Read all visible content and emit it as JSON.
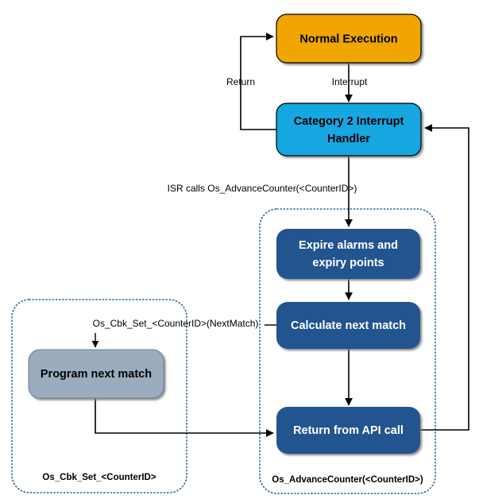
{
  "diagram": {
    "title": "Os_AdvanceCounter interrupt handling flow",
    "colors": {
      "orange": "#F0A500",
      "light_blue": "#16A6E0",
      "dark_blue": "#22548F",
      "gray_blue": "#9BACBF",
      "group_border": "#4472a8",
      "line": "#000000",
      "text_light": "#ffffff",
      "text_dark": "#000000"
    },
    "nodes": [
      {
        "id": "normal-execution",
        "label": "Normal Execution",
        "style": "orange"
      },
      {
        "id": "category-2-interrupt-handler",
        "label_line1": "Category 2 Interrupt",
        "label_line2": "Handler",
        "style": "light-blue"
      },
      {
        "id": "expire-alarms",
        "label_line1": "Expire alarms and",
        "label_line2": "expiry points",
        "style": "dark-blue"
      },
      {
        "id": "calculate-next-match",
        "label": "Calculate next match",
        "style": "dark-blue"
      },
      {
        "id": "return-from-api-call",
        "label": "Return from API call",
        "style": "dark-blue"
      },
      {
        "id": "program-next-match",
        "label": "Program next match",
        "style": "gray-blue"
      }
    ],
    "edge_labels": {
      "interrupt": "Interrupt",
      "return": "Return",
      "isr_calls": "ISR calls Os_AdvanceCounter(<CounterID>)",
      "cbk_set": "Os_Cbk_Set_<CounterID>(NextMatch)"
    },
    "groups": [
      {
        "id": "os-cbk-set-group",
        "label": "Os_Cbk_Set_<CounterID>"
      },
      {
        "id": "os-advance-counter-group",
        "label": "Os_AdvanceCounter(<CounterID>)"
      }
    ]
  }
}
